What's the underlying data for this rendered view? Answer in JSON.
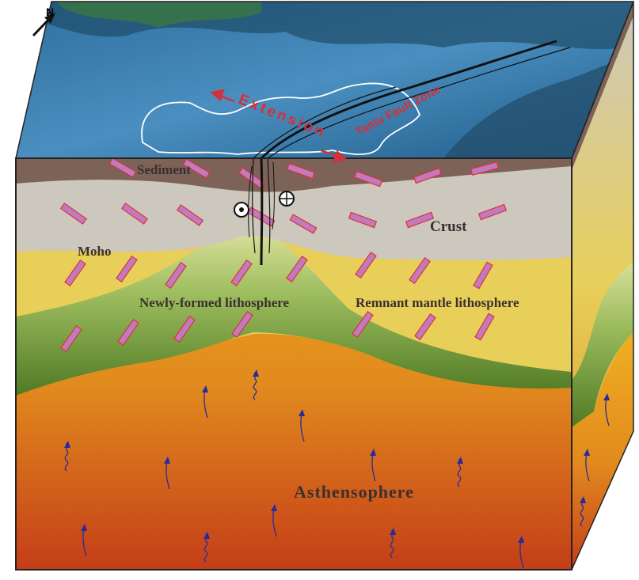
{
  "compass": {
    "label": "N"
  },
  "labels": {
    "sediment": "Sediment",
    "crust": "Crust",
    "moho": "Moho",
    "newly_formed": "Newly-formed lithosphere",
    "remnant": "Remnant mantle lithosphere",
    "asthenosphere": "Asthensophere",
    "extension": "Extension",
    "fault_zone": "Tanlu Fault Zone"
  },
  "colors": {
    "sediment": "#7d6258",
    "crust": "#cdc8bd",
    "remnant": "#e8cf5a",
    "newly": "#6f9a3c",
    "astheno_top": "#e9a81c",
    "astheno_bottom": "#c9461a",
    "dike_fill": "#c07bbd",
    "dike_stroke": "#e0303a",
    "arrow": "#2a2a9a"
  }
}
